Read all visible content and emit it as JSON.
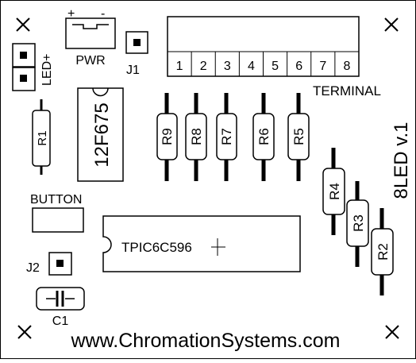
{
  "pwr": {
    "label": "PWR",
    "plus": "+",
    "minus": "-"
  },
  "j1": {
    "label": "J1"
  },
  "j2": {
    "label": "J2"
  },
  "led": {
    "label": "LED+"
  },
  "terminal": {
    "label": "TERMINAL",
    "pins": [
      "1",
      "2",
      "3",
      "4",
      "5",
      "6",
      "7",
      "8"
    ]
  },
  "mcu": {
    "label": "12F675"
  },
  "resistors": {
    "r1": "R1",
    "r2": "R2",
    "r3": "R3",
    "r4": "R4",
    "r5": "R5",
    "r6": "R6",
    "r7": "R7",
    "r8": "R8",
    "r9": "R9"
  },
  "button": {
    "label": "BUTTON"
  },
  "driver": {
    "label": "TPIC6C596"
  },
  "capacitor": {
    "label": "C1"
  },
  "board": {
    "title": "8LED v.1",
    "website": "www.ChromationSystems.com"
  }
}
